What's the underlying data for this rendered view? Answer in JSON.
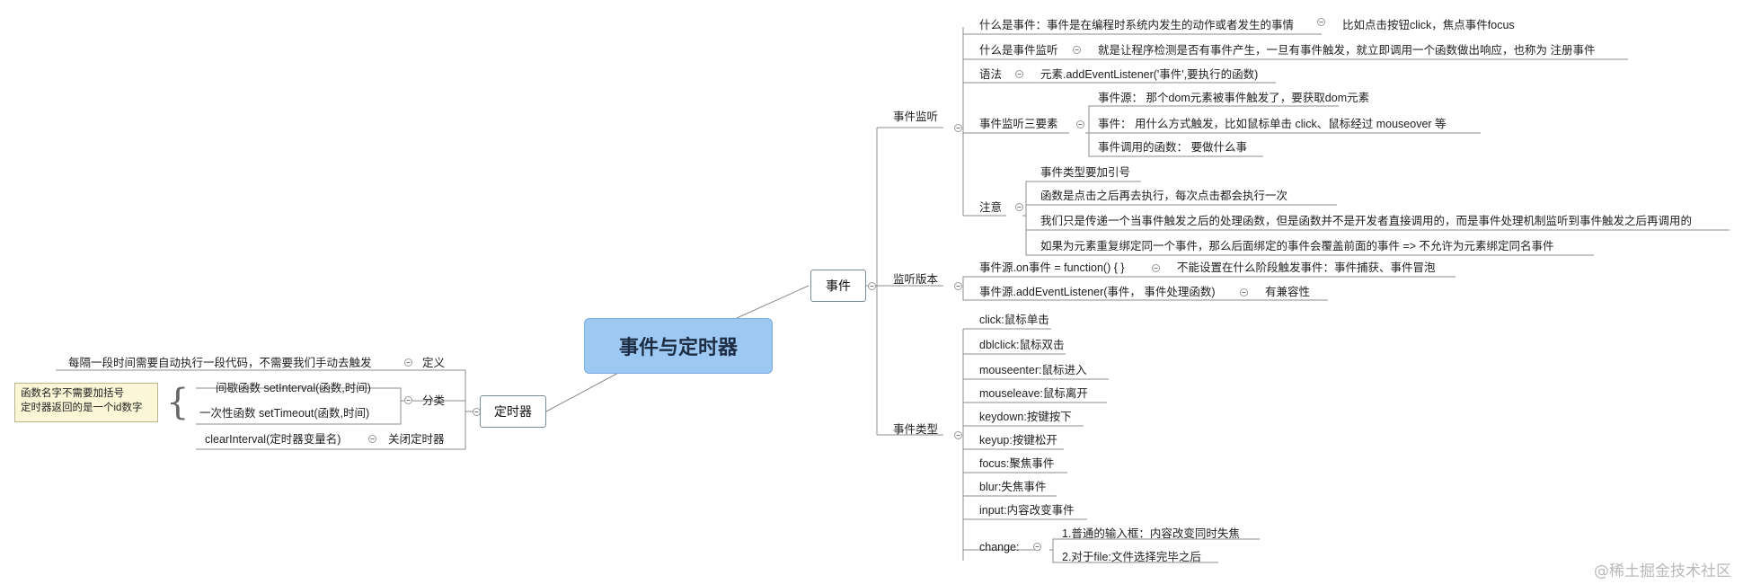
{
  "root": {
    "label": "事件与定时器"
  },
  "branches": {
    "event": {
      "label": "事件",
      "listener": {
        "label": "事件监听",
        "what_event": {
          "label": "什么是事件：事件是在编程时系统内发生的动作或者发生的事情",
          "example": "比如点击按钮click，焦点事件focus"
        },
        "what_listen": {
          "label": "什么是事件监听",
          "desc": "就是让程序检测是否有事件产生，一旦有事件触发，就立即调用一个函数做出响应，也称为 注册事件"
        },
        "syntax": {
          "label": "语法",
          "desc": "元素.addEventListener('事件',要执行的函数)"
        },
        "three": {
          "label": "事件监听三要素",
          "items": [
            "事件源： 那个dom元素被事件触发了，要获取dom元素",
            "事件： 用什么方式触发，比如鼠标单击 click、鼠标经过 mouseover 等",
            "事件调用的函数： 要做什么事"
          ]
        },
        "notes": {
          "label": "注意",
          "items": [
            "事件类型要加引号",
            "函数是点击之后再去执行，每次点击都会执行一次",
            "我们只是传递一个当事件触发之后的处理函数，但是函数并不是开发者直接调用的，而是事件处理机制监听到事件触发之后再调用的",
            "如果为元素重复绑定同一个事件，那么后面绑定的事件会覆盖前面的事件 => 不允许为元素绑定同名事件"
          ]
        }
      },
      "version": {
        "label": "监听版本",
        "items": [
          {
            "label": "事件源.on事件 = function() { }",
            "desc": "不能设置在什么阶段触发事件：事件捕获、事件冒泡"
          },
          {
            "label": "事件源.addEventListener(事件， 事件处理函数)",
            "desc": "有兼容性"
          }
        ]
      },
      "types": {
        "label": "事件类型",
        "items": [
          "click:鼠标单击",
          "dblclick:鼠标双击",
          "mouseenter:鼠标进入",
          "mouseleave:鼠标离开",
          " keydown:按键按下",
          "keyup:按键松开",
          "focus:聚焦事件",
          "blur:失焦事件",
          "input:内容改变事件"
        ],
        "change": {
          "label": "change:",
          "items": [
            "1.普通的输入框：内容改变同时失焦",
            "2.对于file:文件选择完毕之后"
          ]
        }
      }
    },
    "timer": {
      "label": "定时器",
      "define": {
        "label": "定义",
        "desc": "每隔一段时间需要自动执行一段代码，不需要我们手动去触发"
      },
      "classify": {
        "label": "分类",
        "items": [
          "间歇函数 setInterval(函数,时间)",
          "一次性函数 setTimeout(函数,时间)"
        ]
      },
      "close": {
        "label": "关闭定时器",
        "desc": "clearInterval(定时器变量名)"
      },
      "note": [
        "函数名字不需要加括号",
        "定时器返回的是一个id数字"
      ]
    }
  },
  "watermark": "@稀土掘金技术社区",
  "colors": {
    "line": "#8c8c8c",
    "root_fill": "#9cc8f2",
    "note_fill": "#fbf7d6"
  }
}
